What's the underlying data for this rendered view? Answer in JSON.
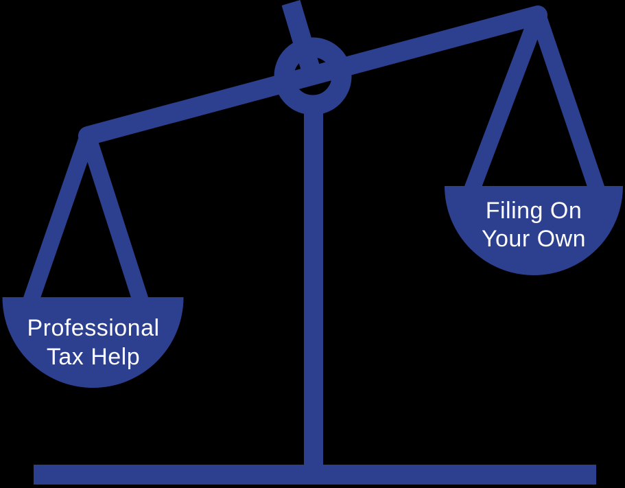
{
  "illustration": {
    "icon": "balance-scale-icon",
    "left_pan_label": {
      "line1": "Professional",
      "line2": "Tax Help"
    },
    "right_pan_label": {
      "line1": "Filing On",
      "line2": "Your Own"
    }
  },
  "colors": {
    "scale_blue": "#2d4090",
    "label_text": "#fdfdfd",
    "background": "#000000"
  }
}
